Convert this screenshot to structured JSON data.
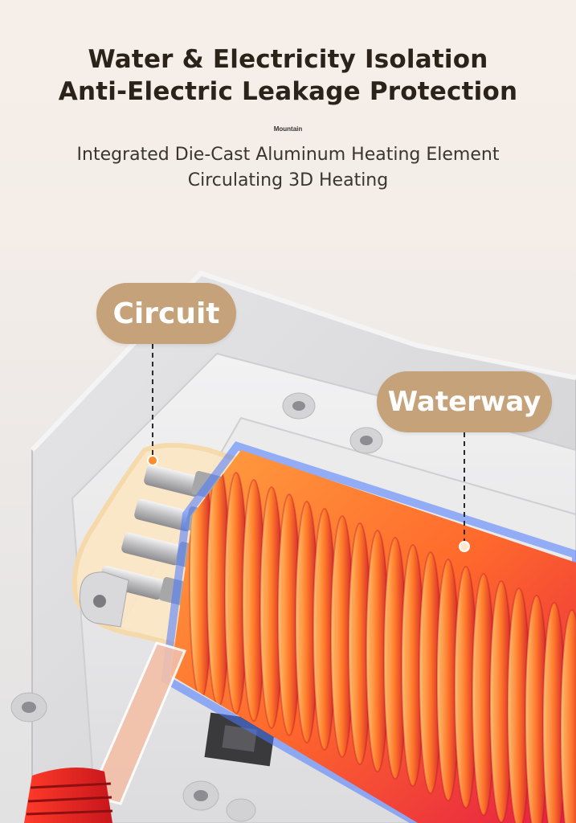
{
  "heading": {
    "line1": "Water & Electricity Isolation",
    "line2": "Anti-Electric Leakage Protection"
  },
  "brand": "Mountain",
  "subheading": {
    "line1": "Integrated Die-Cast Aluminum Heating Element",
    "line2": "Circulating 3D Heating"
  },
  "callouts": {
    "circuit": "Circuit",
    "waterway": "Waterway"
  },
  "colors": {
    "callout_bg": "#c5a27a",
    "heading_text": "#2b2219",
    "coil_orange": "#ff7a2a",
    "coil_red": "#e8203a",
    "housing_grey": "#d9d9db"
  }
}
